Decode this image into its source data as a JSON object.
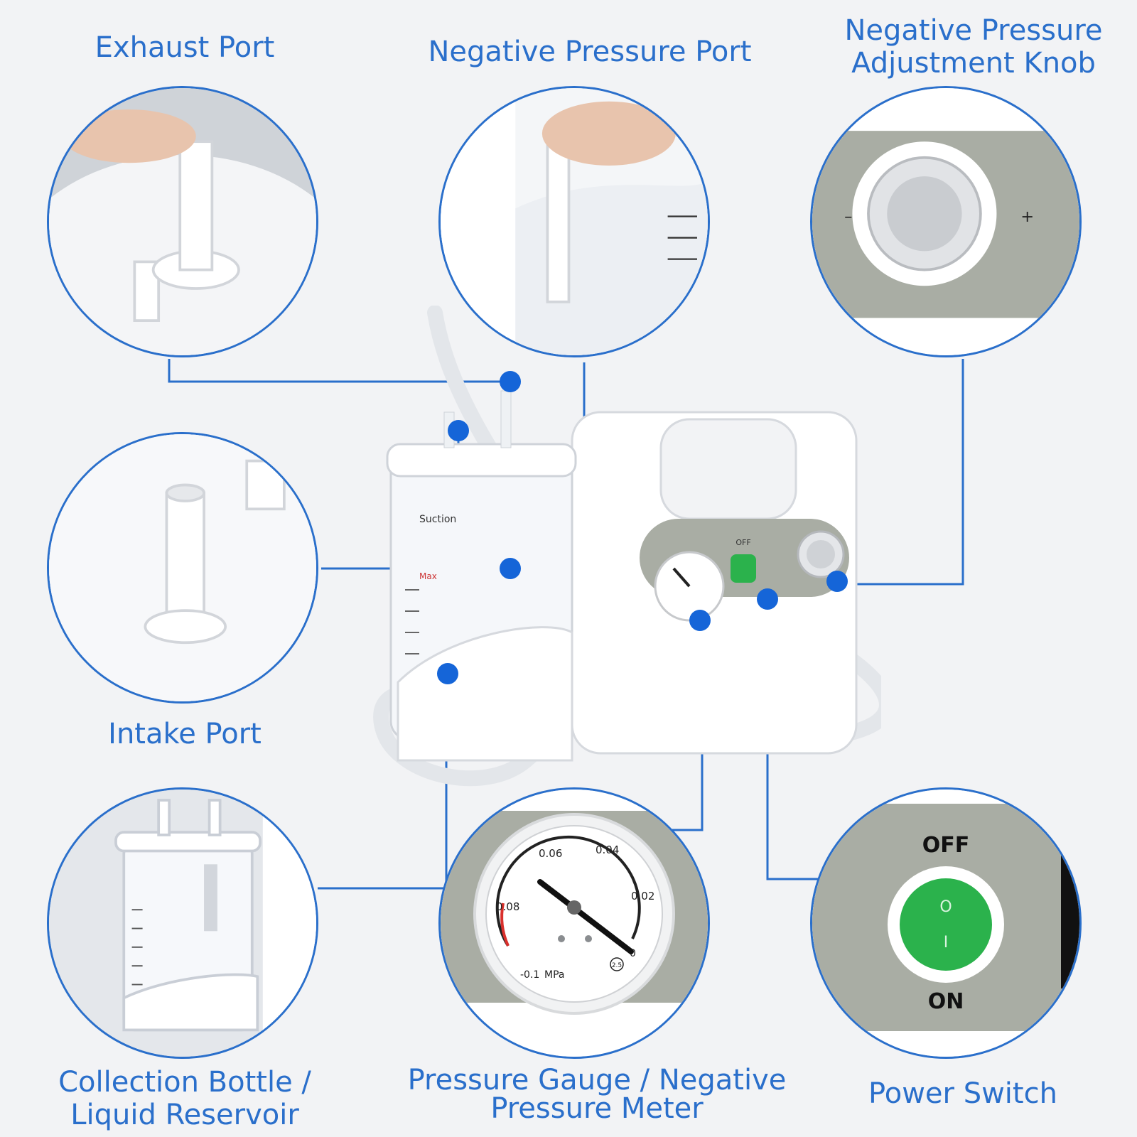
{
  "labels": {
    "exhaust_port": "Exhaust Port",
    "negative_pressure_port": "Negative Pressure Port",
    "adjustment_knob_line1": "Negative Pressure",
    "adjustment_knob_line2": "Adjustment Knob",
    "intake_port": "Intake Port",
    "collection_bottle_line1": "Collection Bottle /",
    "collection_bottle_line2": "Liquid Reservoir",
    "pressure_gauge_line1": "Pressure Gauge / Negative",
    "pressure_gauge_line2": "Pressure Meter",
    "power_switch": "Power Switch"
  },
  "device": {
    "bottle_label": "Suction",
    "bottle_max": "Max",
    "switch_off_small": "OFF",
    "knob_minus": "–",
    "knob_plus": "+"
  },
  "gauge": {
    "ticks": [
      "0.06",
      "0.04",
      "0.08",
      "0.02"
    ],
    "min_label": "-0.1",
    "unit": "MPa",
    "zero": "0",
    "class": "2.5",
    "needle_value": 0.0
  },
  "switch": {
    "off": "OFF",
    "on": "ON",
    "symbol_off": "O",
    "symbol_on": "I"
  },
  "colors": {
    "accent": "#2a6fcb",
    "dot": "#1565d8",
    "switch_green": "#2bb24c",
    "gauge_red": "#d9302c"
  }
}
